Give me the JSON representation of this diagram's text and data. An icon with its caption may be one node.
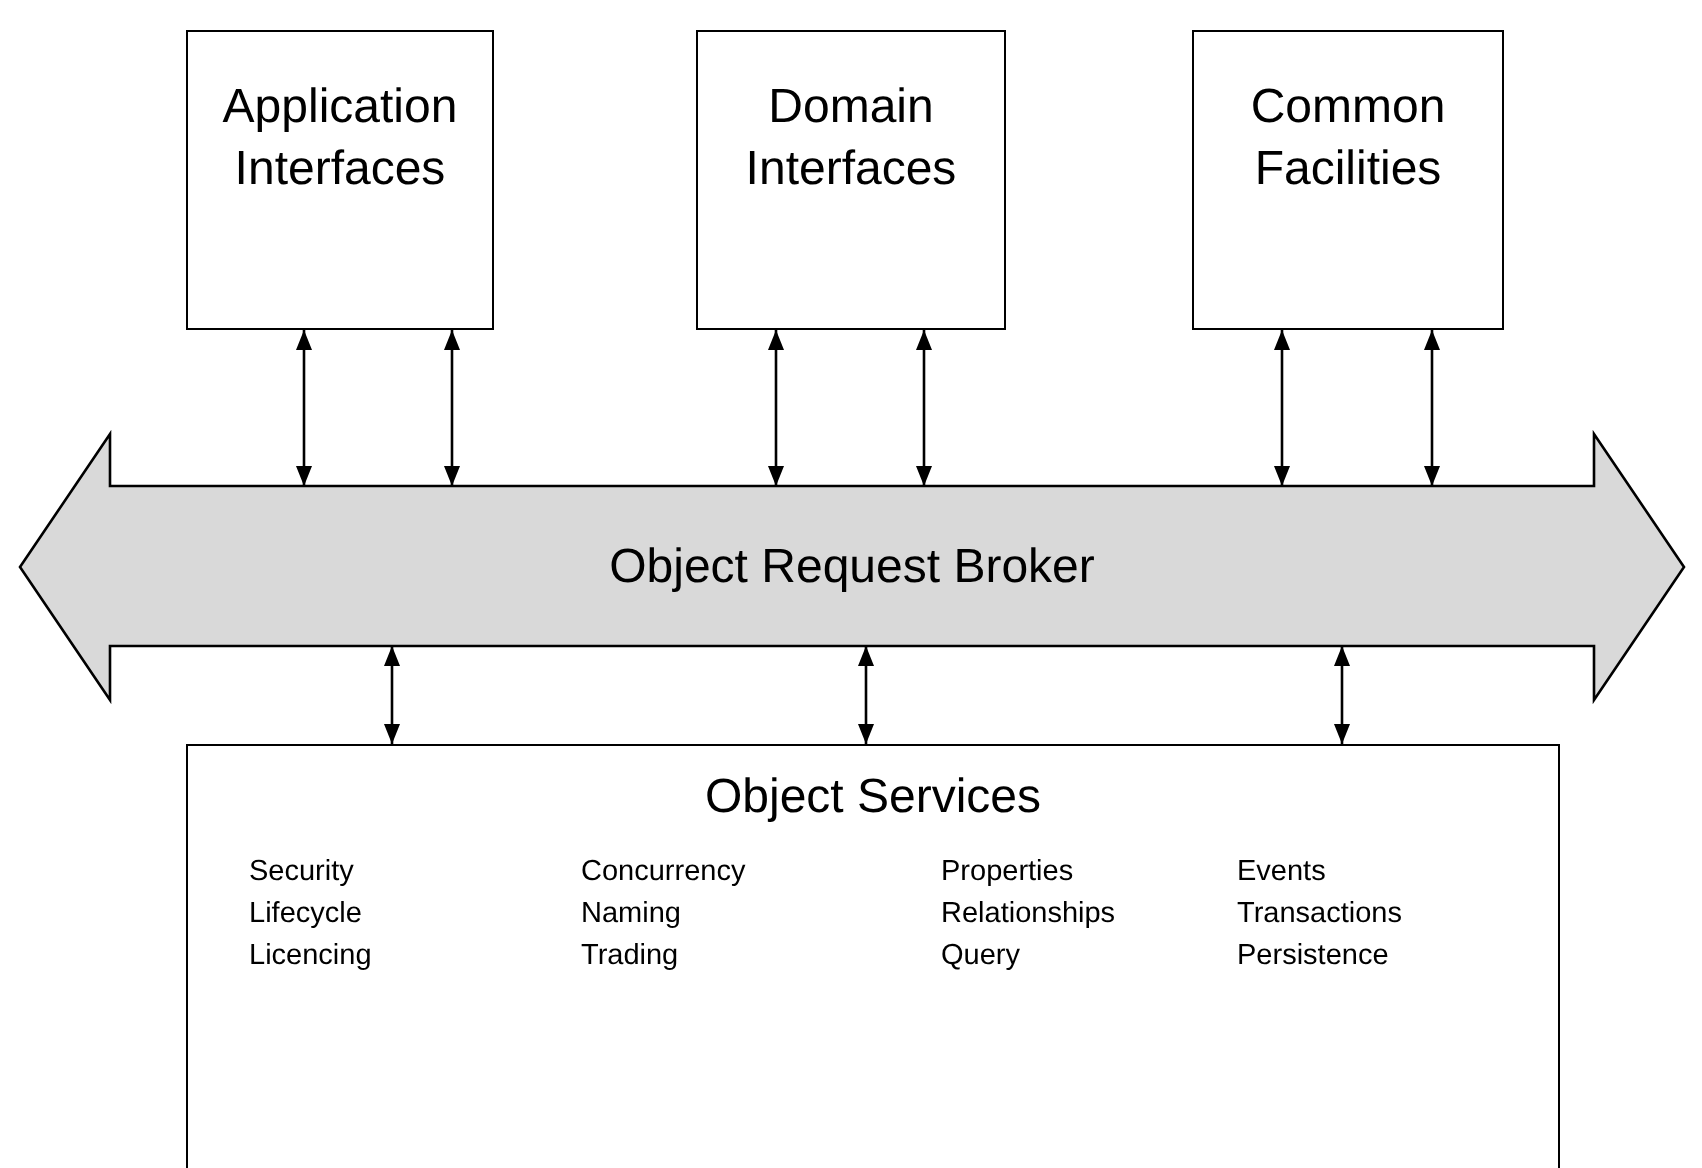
{
  "diagram": {
    "nodes": [
      {
        "text": [
          "Application Interfaces"
        ]
      },
      {
        "text": [
          "Domain Interfaces"
        ]
      },
      {
        "text": [
          "Common Facilities"
        ]
      },
      {
        "text": [
          "Object Request Broker"
        ]
      },
      {
        "text": [
          "Object Services",
          "Security",
          "Concurrency",
          "Properties",
          "Events",
          "Lifecycle",
          "Naming",
          "Relationships",
          "Transactions",
          "Licencing",
          "Trading",
          "Query",
          "Persistence"
        ]
      }
    ],
    "edges": [
      {
        "from": 0,
        "to": 3,
        "arrow": "both"
      },
      {
        "from": 0,
        "to": 3,
        "arrow": "both"
      },
      {
        "from": 1,
        "to": 3,
        "arrow": "both"
      },
      {
        "from": 1,
        "to": 3,
        "arrow": "both"
      },
      {
        "from": 2,
        "to": 3,
        "arrow": "both"
      },
      {
        "from": 2,
        "to": 3,
        "arrow": "both"
      },
      {
        "from": 3,
        "to": 4,
        "arrow": "both"
      },
      {
        "from": 3,
        "to": 4,
        "arrow": "both"
      },
      {
        "from": 3,
        "to": 4,
        "arrow": "both"
      }
    ]
  }
}
